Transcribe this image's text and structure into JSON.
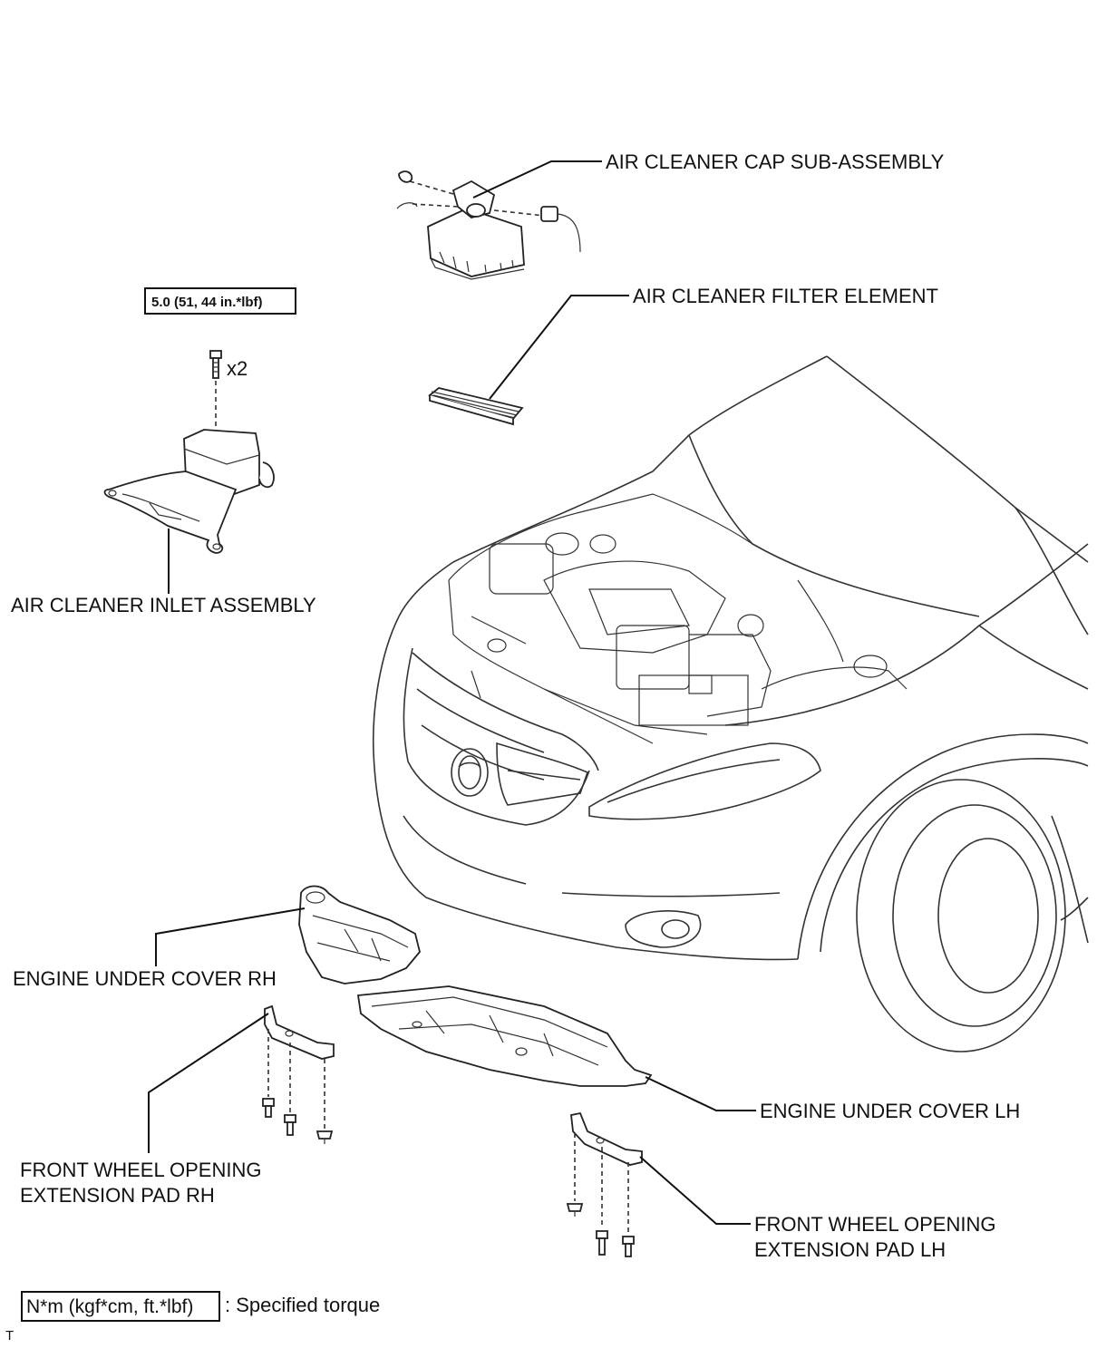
{
  "labels": {
    "air_cleaner_cap": "AIR CLEANER CAP SUB-ASSEMBLY",
    "air_cleaner_filter": "AIR CLEANER FILTER ELEMENT",
    "air_cleaner_inlet": "AIR CLEANER INLET ASSEMBLY",
    "engine_under_cover_rh": "ENGINE UNDER COVER RH",
    "engine_under_cover_lh": "ENGINE UNDER COVER LH",
    "front_wheel_pad_rh_line1": "FRONT WHEEL OPENING",
    "front_wheel_pad_rh_line2": "EXTENSION PAD RH",
    "front_wheel_pad_lh_line1": "FRONT WHEEL OPENING",
    "front_wheel_pad_lh_line2": "EXTENSION PAD LH"
  },
  "torque": {
    "value": "5.0 (51, 44 in.*lbf)",
    "quantity": "x2"
  },
  "legend": {
    "key": "N*m (kgf*cm, ft.*lbf)",
    "description": ": Specified torque"
  },
  "corner_mark": "T"
}
